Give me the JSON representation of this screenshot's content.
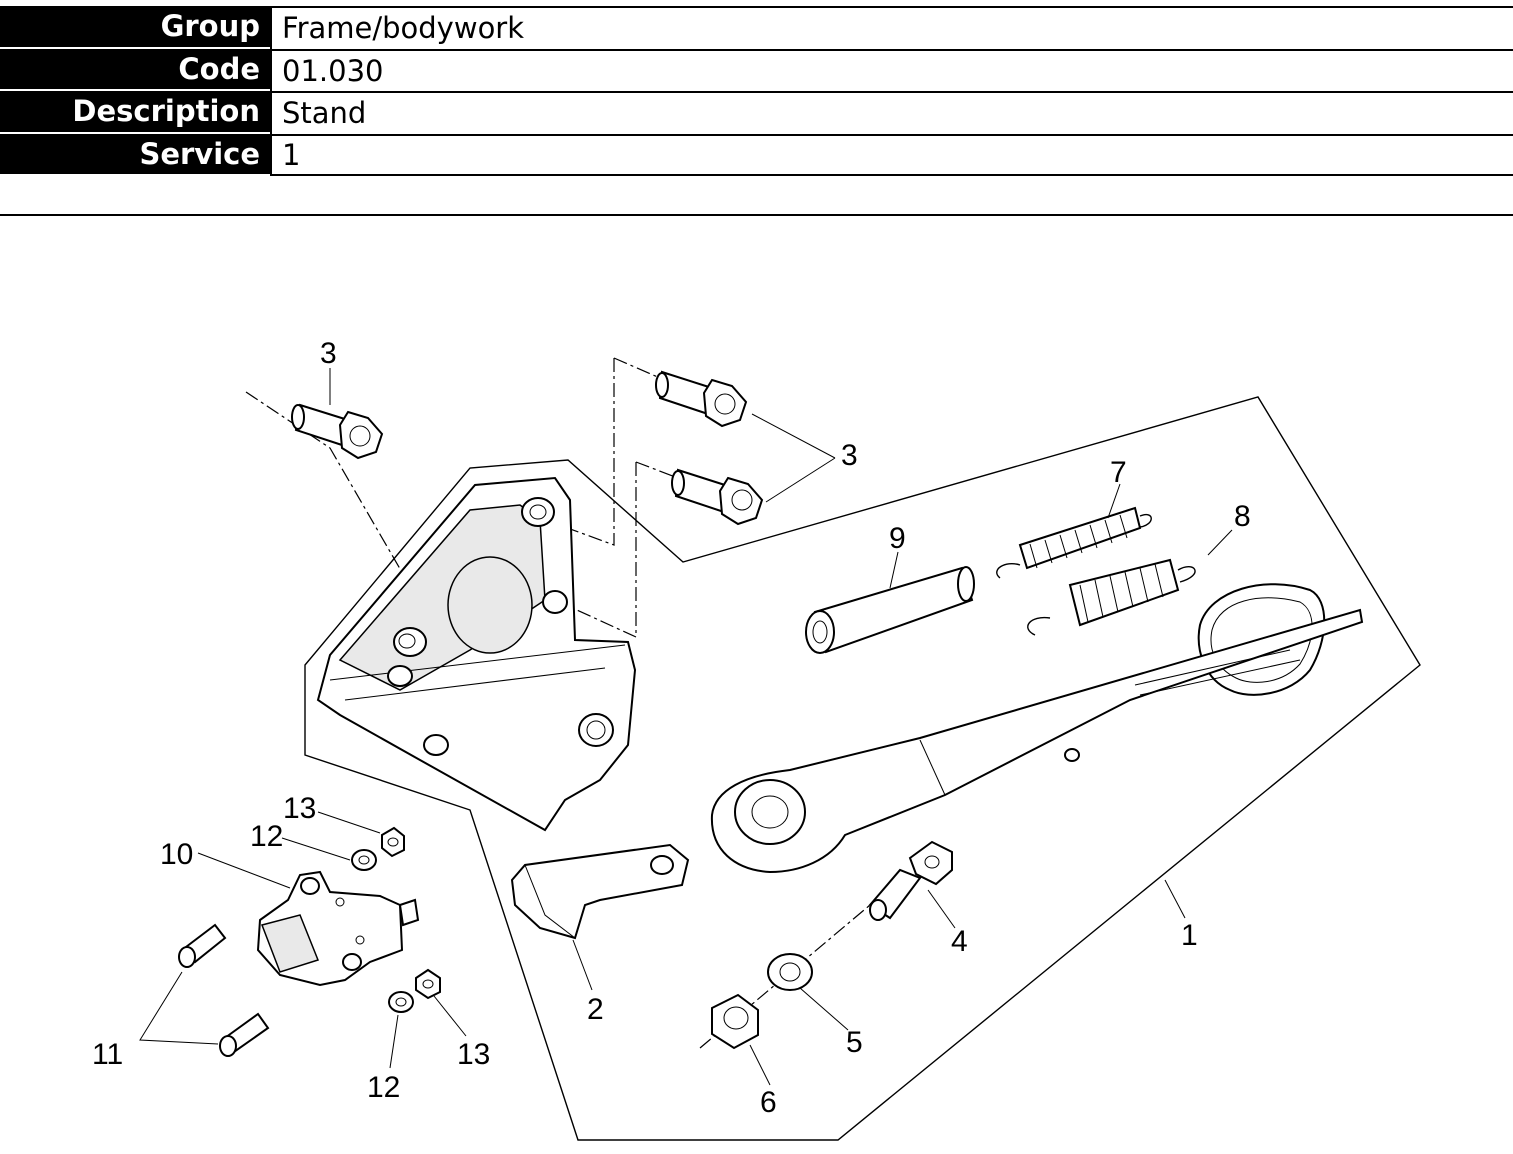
{
  "info": {
    "rows": [
      {
        "label": "Group",
        "value": "Frame/bodywork"
      },
      {
        "label": "Code",
        "value": "01.030"
      },
      {
        "label": "Description",
        "value": "Stand"
      },
      {
        "label": "Service",
        "value": "1"
      }
    ]
  },
  "diagram": {
    "callouts": [
      {
        "id": "c3a",
        "text": "3"
      },
      {
        "id": "c3b",
        "text": "3"
      },
      {
        "id": "c7",
        "text": "7"
      },
      {
        "id": "c8",
        "text": "8"
      },
      {
        "id": "c9",
        "text": "9"
      },
      {
        "id": "c13a",
        "text": "13"
      },
      {
        "id": "c12a",
        "text": "12"
      },
      {
        "id": "c10",
        "text": "10"
      },
      {
        "id": "c4",
        "text": "4"
      },
      {
        "id": "c1",
        "text": "1"
      },
      {
        "id": "c2",
        "text": "2"
      },
      {
        "id": "c5",
        "text": "5"
      },
      {
        "id": "c11",
        "text": "11"
      },
      {
        "id": "c13b",
        "text": "13"
      },
      {
        "id": "c12b",
        "text": "12"
      },
      {
        "id": "c6",
        "text": "6"
      }
    ]
  }
}
